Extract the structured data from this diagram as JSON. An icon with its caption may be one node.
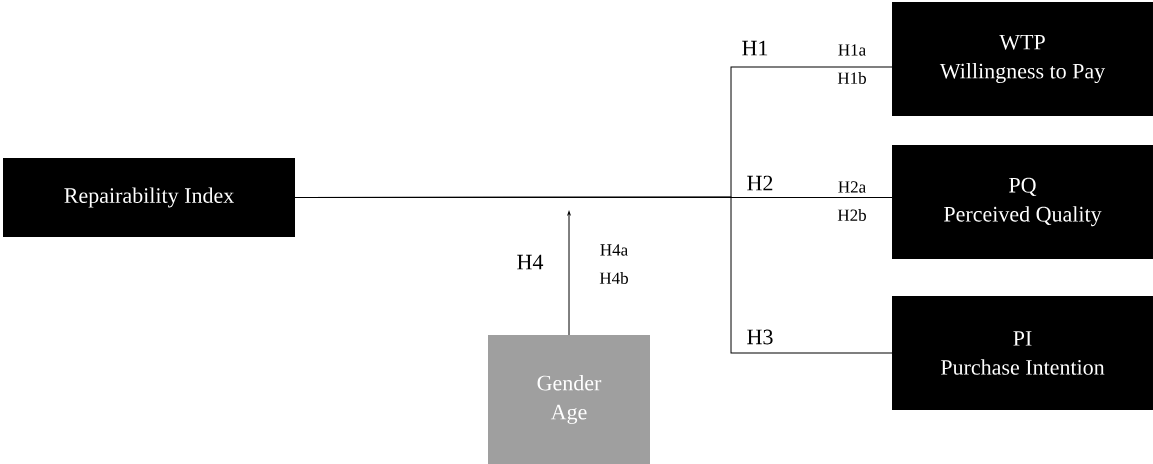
{
  "diagram": {
    "nodes": [
      {
        "text": [
          "Repairability Index"
        ]
      },
      {
        "text": [
          "WTP",
          "Willingness to Pay"
        ]
      },
      {
        "text": [
          "PQ",
          "Perceived Quality"
        ]
      },
      {
        "text": [
          "PI",
          "Purchase Intention"
        ]
      },
      {
        "text": [
          "Gender",
          "Age"
        ]
      }
    ],
    "edges": [
      {
        "from": 0,
        "to": 1,
        "arrow": "none",
        "label": "H1"
      },
      {
        "from": 0,
        "to": 2,
        "arrow": "none",
        "label": "H2"
      },
      {
        "from": 0,
        "to": 3,
        "arrow": "none",
        "label": "H3"
      },
      {
        "from": 4,
        "to": null,
        "arrow": "to",
        "label": "H4"
      }
    ],
    "labels": [
      "H1a",
      "H1b",
      "H2a",
      "H2b",
      "H4a",
      "H4b"
    ]
  }
}
